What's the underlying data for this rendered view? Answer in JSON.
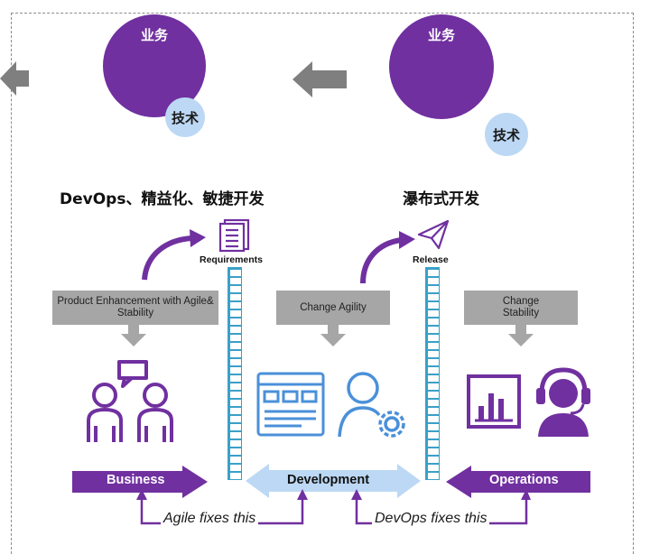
{
  "top": {
    "left_circle": {
      "big": "业务",
      "small": "技术"
    },
    "right_circle": {
      "big": "业务",
      "small": "技术"
    }
  },
  "headings": {
    "left": "DevOps、精益化、敏捷开发",
    "right": "瀑布式开发"
  },
  "icons": {
    "requirements": {
      "label": "Requirements",
      "icon": "document-list-icon"
    },
    "release": {
      "label": "Release",
      "icon": "paper-plane-icon"
    },
    "people": "two-people-chat-icon",
    "browser": "browser-window-icon",
    "user_settings": "user-gear-icon",
    "monitor_chart": "bar-chart-monitor-icon",
    "support": "headset-support-icon"
  },
  "gray_boxes": {
    "product": "Product Enhancement with Agile& Stability",
    "change_agility": "Change Agility",
    "change_stability": "Change Stability"
  },
  "bands": {
    "business": "Business",
    "development": "Development",
    "operations": "Operations"
  },
  "fixes": {
    "agile": "Agile fixes this",
    "devops": "DevOps fixes this"
  },
  "colors": {
    "purple": "#7030a0",
    "light_blue": "#bcd8f4",
    "gray": "#a6a6a6",
    "brick": "#3aa0c8",
    "icon_blue": "#4a90d9"
  }
}
